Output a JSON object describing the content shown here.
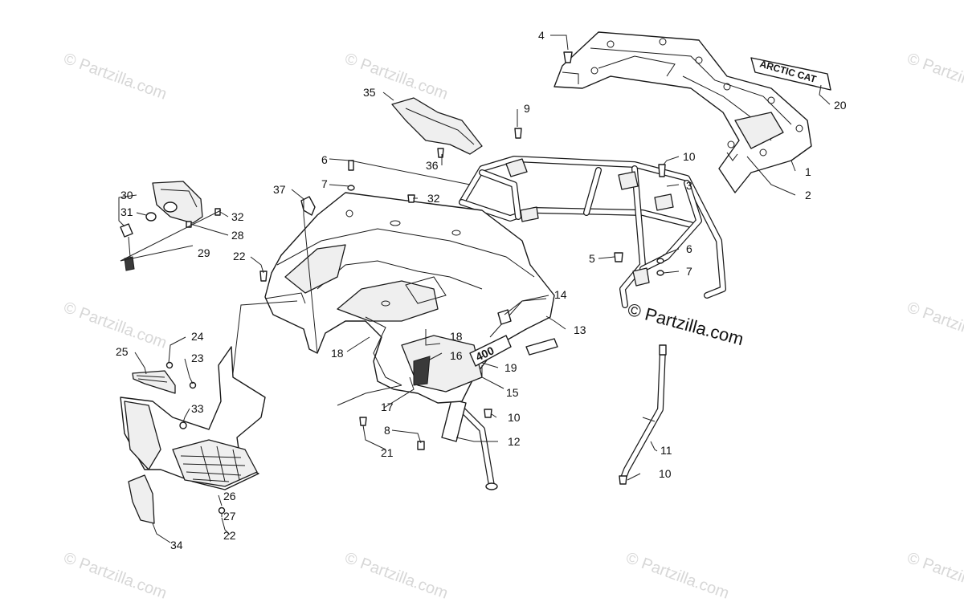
{
  "watermark": {
    "text": "© Partzilla.com"
  },
  "copyright": {
    "text": "© Partzilla.com"
  },
  "decal_text": {
    "brand": "ARCTIC CAT",
    "model": "400"
  },
  "callouts": {
    "c1": "1",
    "c2": "2",
    "c3": "3",
    "c4": "4",
    "c5": "5",
    "c6a": "6",
    "c6b": "6",
    "c7a": "7",
    "c7b": "7",
    "c8": "8",
    "c9": "9",
    "c10a": "10",
    "c10b": "10",
    "c10c": "10",
    "c11": "11",
    "c12": "12",
    "c13": "13",
    "c14": "14",
    "c15": "15",
    "c16": "16",
    "c17": "17",
    "c18a": "18",
    "c18b": "18",
    "c19": "19",
    "c20": "20",
    "c21": "21",
    "c22a": "22",
    "c22b": "22",
    "c23": "23",
    "c24": "24",
    "c25": "25",
    "c26": "26",
    "c27": "27",
    "c28": "28",
    "c29": "29",
    "c30": "30",
    "c31": "31",
    "c32a": "32",
    "c32b": "32",
    "c33": "33",
    "c34": "34",
    "c35": "35",
    "c36": "36",
    "c37": "37"
  }
}
